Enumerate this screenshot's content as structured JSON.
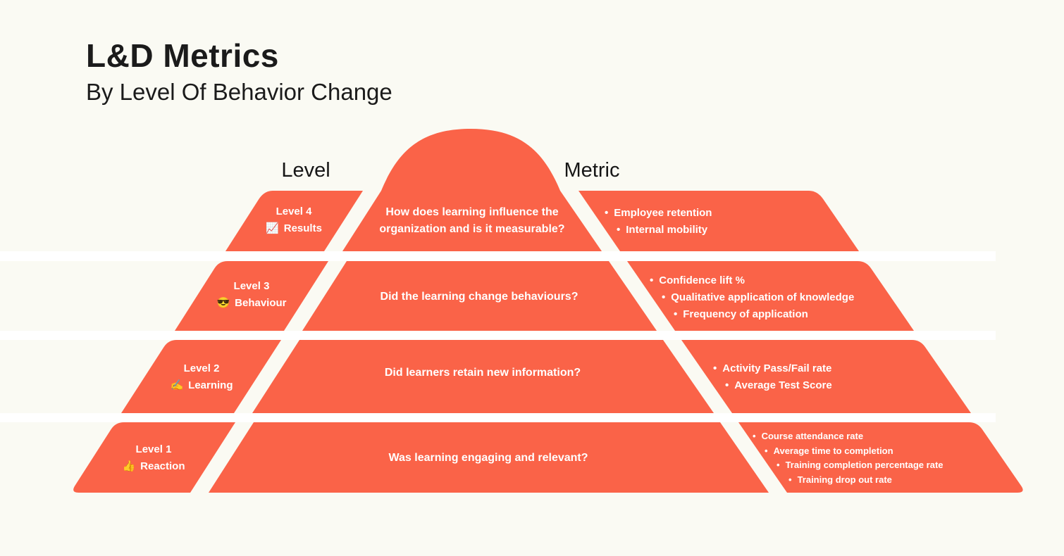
{
  "title": "L&D Metrics",
  "subtitle": "By Level Of Behavior Change",
  "columns": {
    "level": "Level",
    "metric": "Metric"
  },
  "colors": {
    "pyramid": "#FA6348",
    "background": "#FAFAF3",
    "stripe": "#FFFFFF",
    "heading_text": "#1B1B1B",
    "pyramid_text": "#FFFFFF"
  },
  "levels": [
    {
      "level": "Level 4",
      "icon": "📈",
      "name": "Results",
      "question": "How does learning influence the organization and is it measurable?",
      "metrics": [
        "Employee retention",
        "Internal mobility"
      ]
    },
    {
      "level": "Level 3",
      "icon": "😎",
      "name": "Behaviour",
      "question": "Did the learning change behaviours?",
      "metrics": [
        "Confidence lift %",
        "Qualitative application of knowledge",
        "Frequency of application"
      ]
    },
    {
      "level": "Level 2",
      "icon": "✍️",
      "name": "Learning",
      "question": "Did learners retain new information?",
      "metrics": [
        "Activity Pass/Fail rate",
        "Average Test Score"
      ]
    },
    {
      "level": "Level 1",
      "icon": "👍",
      "name": "Reaction",
      "question": "Was learning engaging and relevant?",
      "metrics": [
        "Course attendance rate",
        "Average time to completion",
        "Training completion percentage rate",
        "Training drop out rate"
      ]
    }
  ]
}
